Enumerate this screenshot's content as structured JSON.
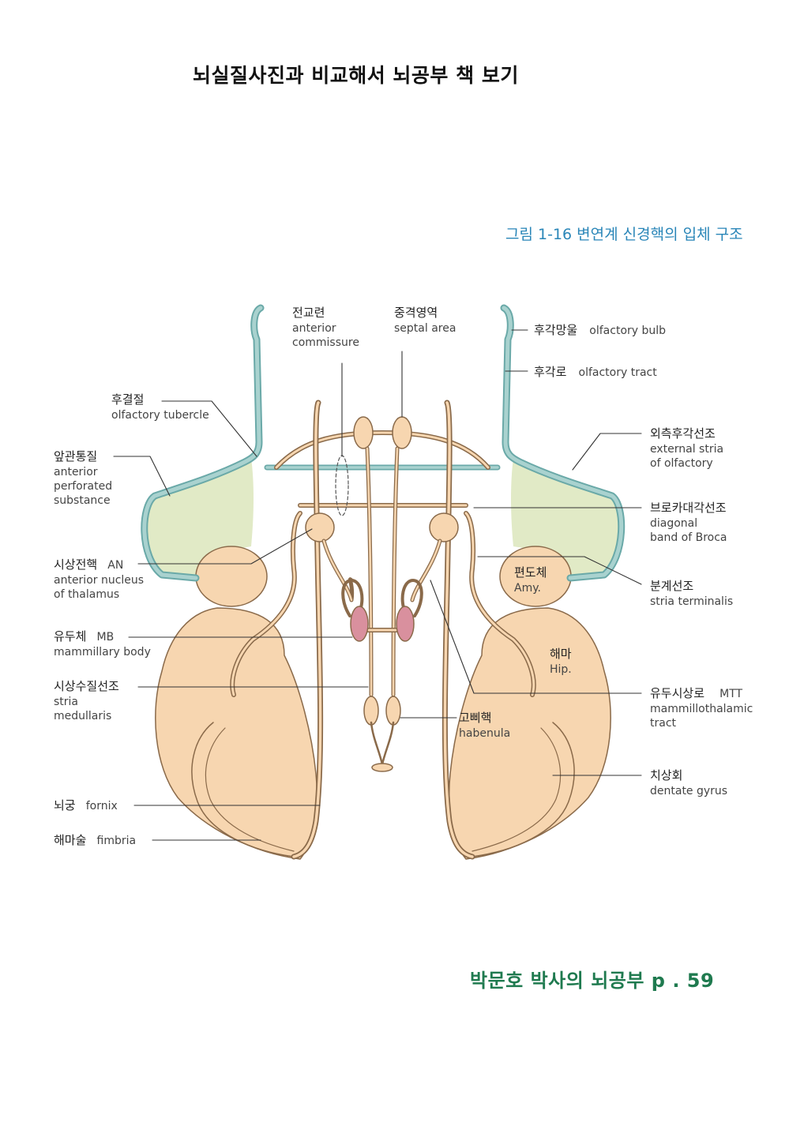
{
  "page_title": "뇌실질사진과 비교해서 뇌공부 책 보기",
  "figure_caption": "그림 1-16 변연계 신경핵의 입체 구조",
  "footer": "박문호 박사의 뇌공부 p . 59",
  "colors": {
    "olfactory_teal": "#8fc3c0",
    "olfactory_outline": "#6aa9a8",
    "perforated_green": "#e1eac6",
    "peach_fill": "#f7d6b0",
    "peach_outline": "#8a6a4a",
    "mammillary_pink": "#d9909e",
    "caption_blue": "#2a86b8",
    "footer_green": "#1f7a4f"
  },
  "labels": {
    "anterior_commissure": {
      "ko": "전교련",
      "en": "anterior\ncommissure"
    },
    "septal_area": {
      "ko": "중격영역",
      "en": "septal area"
    },
    "olfactory_bulb": {
      "ko": "후각망울",
      "en": "olfactory bulb"
    },
    "olfactory_tract": {
      "ko": "후각로",
      "en": "olfactory tract"
    },
    "olfactory_tubercle": {
      "ko": "후결절",
      "en": "olfactory tubercle"
    },
    "anterior_perforated": {
      "ko": "앞관통질",
      "en": "anterior\nperforated\nsubstance"
    },
    "external_stria": {
      "ko": "외측후각선조",
      "en": "external stria\nof olfactory"
    },
    "diagonal_band": {
      "ko": "브로카대각선조",
      "en": "diagonal\nband of Broca"
    },
    "anterior_nucleus": {
      "ko": "시상전핵",
      "abbr": "AN",
      "en": "anterior nucleus\nof thalamus"
    },
    "amygdala": {
      "ko": "편도체",
      "en": "Amy."
    },
    "stria_terminalis": {
      "ko": "분계선조",
      "en": "stria terminalis"
    },
    "mammillary_body": {
      "ko": "유두체",
      "abbr": "MB",
      "en": "mammillary body"
    },
    "hippocampus": {
      "ko": "해마",
      "en": "Hip."
    },
    "stria_medullaris": {
      "ko": "시상수질선조",
      "en": "stria\nmedullaris"
    },
    "mammillothalamic": {
      "ko": "유두시상로",
      "abbr": "MTT",
      "en": "mammillothalamic\ntract"
    },
    "habenula": {
      "ko": "고삐핵",
      "en": "habenula"
    },
    "dentate_gyrus": {
      "ko": "치상회",
      "en": "dentate gyrus"
    },
    "fornix": {
      "ko": "뇌궁",
      "en": "fornix"
    },
    "fimbria": {
      "ko": "해마술",
      "en": "fimbria"
    }
  }
}
